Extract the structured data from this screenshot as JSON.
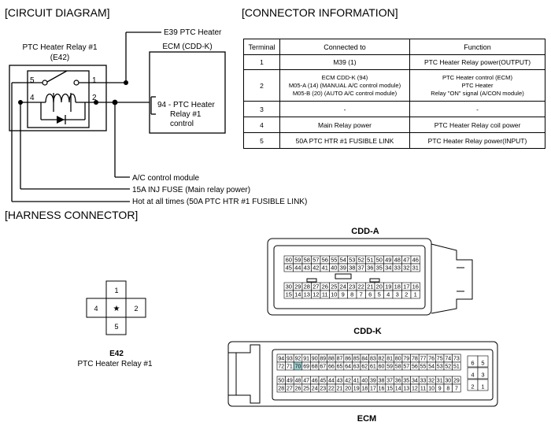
{
  "sections": {
    "circuit_diagram": "[CIRCUIT DIAGRAM]",
    "connector_information": "[CONNECTOR INFORMATION]",
    "harness_connector": "[HARNESS CONNECTOR]"
  },
  "circuit": {
    "relay_title": "PTC Heater Relay #1",
    "relay_id": "(E42)",
    "pins": {
      "p5": "5",
      "p1": "1",
      "p4": "4",
      "p2": "2"
    },
    "e39_label": "E39 PTC Heater",
    "ecm_title": "ECM (CDD-K)",
    "ecm_pin_line1": "94 - PTC Heater",
    "ecm_pin_line2": "Relay #1",
    "ecm_pin_line3": "control",
    "ac_module": "A/C control module",
    "inj_fuse": "15A INJ FUSE (Main relay power)",
    "hot_at_all_times": "Hot at all times (50A PTC HTR #1 FUSIBLE LINK)"
  },
  "connector_info": {
    "headers": [
      "Terminal",
      "Connected to",
      "Function"
    ],
    "rows": [
      {
        "terminal": "1",
        "connected": [
          "M39 (1)"
        ],
        "function": [
          "PTC Heater Relay power(OUTPUT)"
        ]
      },
      {
        "terminal": "2",
        "connected": [
          "ECM CDD-K (94)",
          "M05-A (14) (MANUAL A/C control module)",
          "M05-B (20) (AUTO A/C control module)"
        ],
        "function": [
          "PTC Heater control (ECM)",
          "PTC Heater",
          "Relay \"ON\" signal (A/CON module)"
        ]
      },
      {
        "terminal": "3",
        "connected": [
          "-"
        ],
        "function": [
          "-"
        ]
      },
      {
        "terminal": "4",
        "connected": [
          "Main Relay power"
        ],
        "function": [
          "PTC Heater Relay coil power"
        ]
      },
      {
        "terminal": "5",
        "connected": [
          "50A PTC HTR #1 FUSIBLE LINK"
        ],
        "function": [
          "PTC Heater Relay power(INPUT)"
        ]
      }
    ]
  },
  "harness": {
    "relay_pins": {
      "top": "1",
      "left": "4",
      "center": "★",
      "right": "2",
      "bottom": "5"
    },
    "relay_connector_id": "E42",
    "relay_connector_name": "PTC Heater Relay #1",
    "cdd_a_title": "CDD-A",
    "cdd_a_rows": [
      [
        "60",
        "59",
        "58",
        "57",
        "56",
        "55",
        "54",
        "53",
        "52",
        "51",
        "50",
        "49",
        "48",
        "47",
        "46"
      ],
      [
        "45",
        "44",
        "43",
        "42",
        "41",
        "40",
        "39",
        "38",
        "37",
        "36",
        "35",
        "34",
        "33",
        "32",
        "31"
      ],
      [
        "30",
        "29",
        "28",
        "27",
        "26",
        "25",
        "24",
        "23",
        "22",
        "21",
        "20",
        "19",
        "18",
        "17",
        "16"
      ],
      [
        "15",
        "14",
        "13",
        "12",
        "11",
        "10",
        "9",
        "8",
        "7",
        "6",
        "5",
        "4",
        "3",
        "2",
        "1"
      ]
    ],
    "cdd_k_title": "CDD-K",
    "cdd_k_rows": [
      [
        "94",
        "93",
        "92",
        "91",
        "90",
        "89",
        "88",
        "87",
        "86",
        "85",
        "84",
        "83",
        "82",
        "81",
        "80",
        "79",
        "78",
        "77",
        "76",
        "75",
        "74",
        "73"
      ],
      [
        "72",
        "71",
        "70",
        "69",
        "68",
        "67",
        "66",
        "65",
        "64",
        "63",
        "62",
        "61",
        "60",
        "59",
        "58",
        "57",
        "56",
        "55",
        "54",
        "53",
        "52",
        "51"
      ],
      [
        "50",
        "49",
        "48",
        "47",
        "46",
        "45",
        "44",
        "43",
        "42",
        "41",
        "40",
        "39",
        "38",
        "37",
        "36",
        "35",
        "34",
        "33",
        "32",
        "31",
        "30",
        "29"
      ],
      [
        "28",
        "27",
        "26",
        "25",
        "24",
        "23",
        "22",
        "21",
        "20",
        "19",
        "18",
        "17",
        "16",
        "15",
        "14",
        "13",
        "12",
        "11",
        "10",
        "9",
        "8",
        "7"
      ]
    ],
    "cdd_k_side": [
      [
        "6",
        "5"
      ],
      [
        "4",
        "3"
      ],
      [
        "2",
        "1"
      ]
    ],
    "cdd_k_highlight": "70",
    "highlight_color": "#9fd0d0",
    "ecm_label": "ECM"
  }
}
